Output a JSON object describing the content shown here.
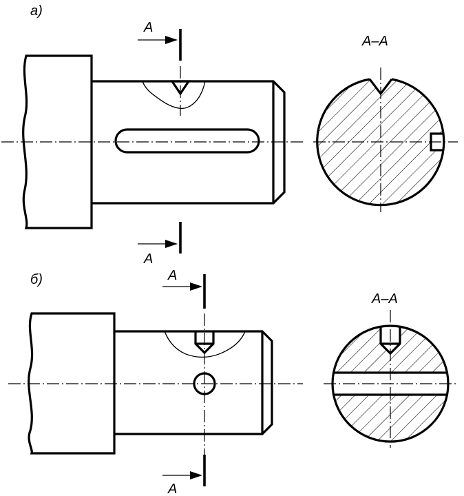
{
  "figure_a": {
    "tag": "а)",
    "cut_label_top": "A",
    "cut_label_bottom": "A",
    "section_title": "A–A"
  },
  "figure_b": {
    "tag": "б)",
    "cut_label_top": "A",
    "cut_label_bottom": "A",
    "section_title": "A–A"
  },
  "colors": {
    "line": "#000000",
    "background": "#ffffff"
  }
}
